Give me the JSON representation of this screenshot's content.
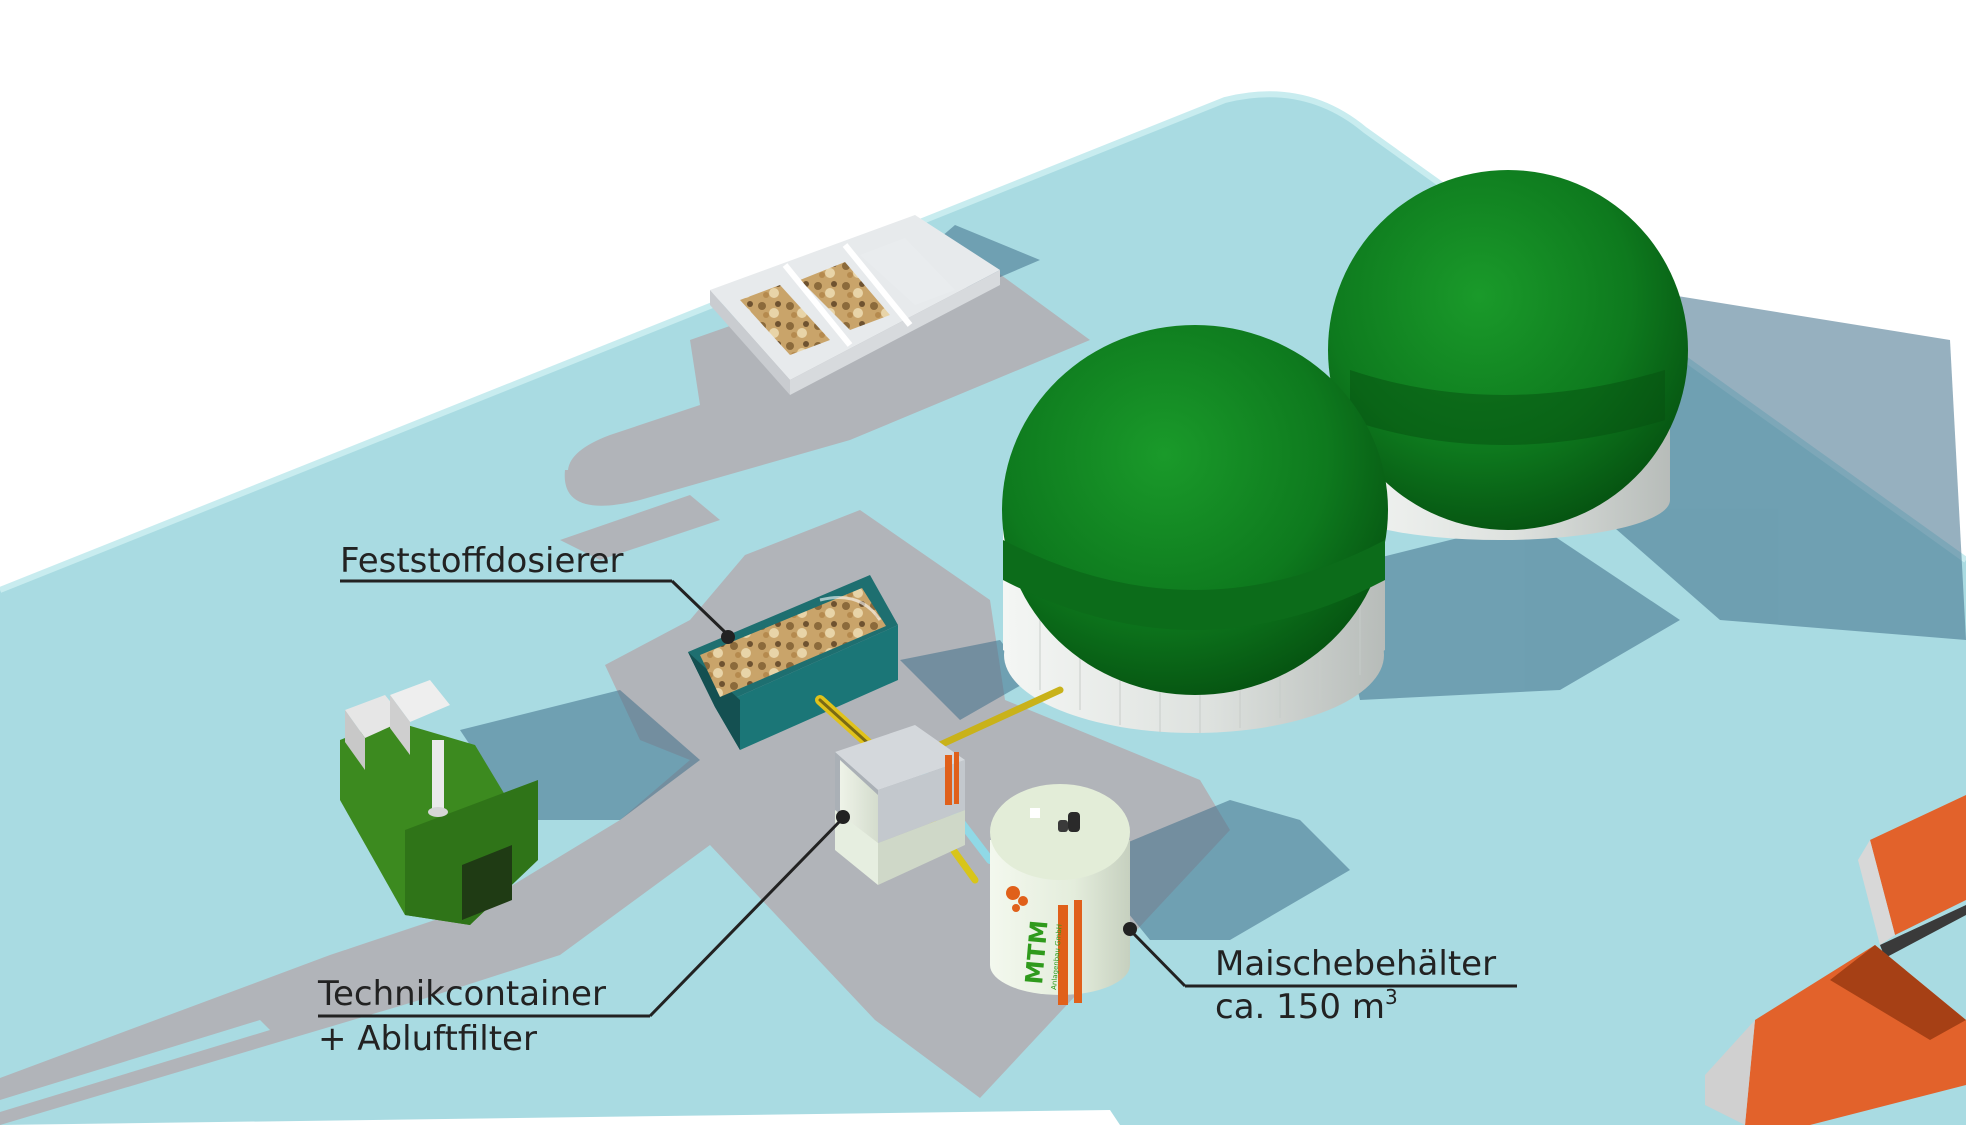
{
  "colors": {
    "ground": "#a9dbe2",
    "road": "#b1b4b9",
    "dome": "#0d7a1d",
    "dome_dark": "#065212",
    "tank_wall": "#e6e9e6",
    "chp": "#3c8a1f",
    "feeder": "#1e7f80",
    "roof": "#e2622b",
    "stripe": "#e0601a",
    "text": "#222222"
  },
  "labels": {
    "feeder": "Feststoffdosierer",
    "container_line1": "Technikcontainer",
    "container_line2": "+ Abluftfilter",
    "mash_tank_line1": "Maischebehälter",
    "mash_tank_line2": "ca. 150 m",
    "mash_tank_unit_sup": "3"
  },
  "tank_logo": {
    "brand": "MTM",
    "sub": "Anlagenbau GmbH"
  },
  "icons": {
    "leader_dot": "callout-dot-icon"
  }
}
